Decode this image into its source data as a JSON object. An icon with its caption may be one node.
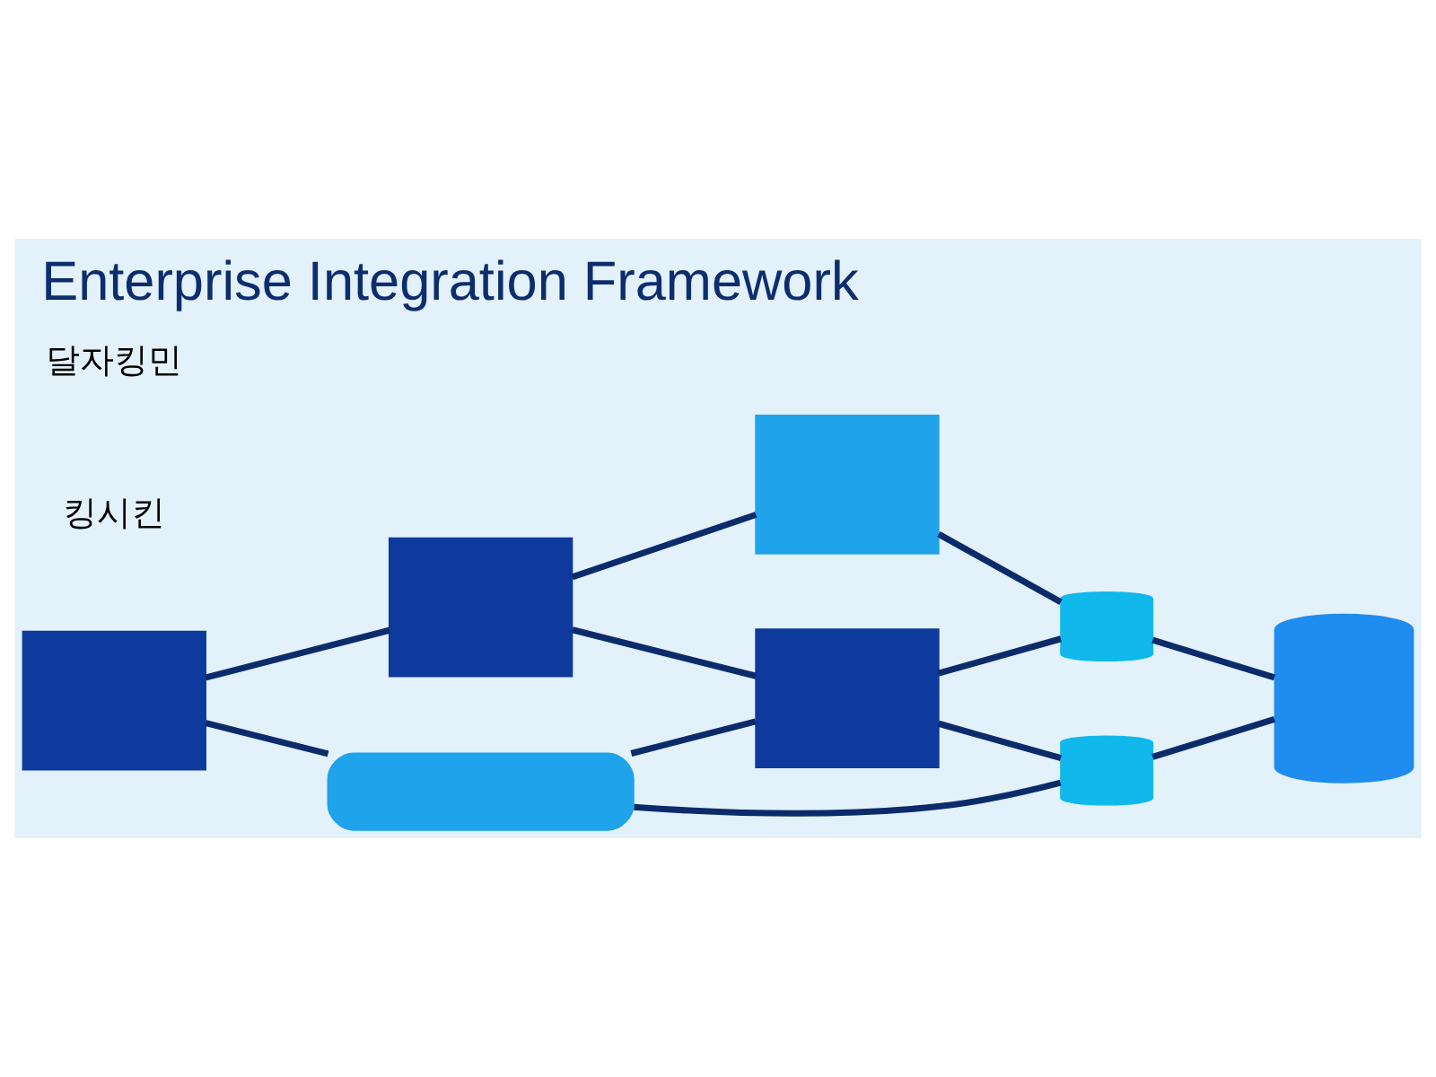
{
  "diagram": {
    "title": "Enterprise Integration Framework",
    "nodes": [
      {
        "text": [],
        "shape": "box"
      },
      {
        "text": [],
        "shape": "box"
      },
      {
        "text": [],
        "shape": "box"
      },
      {
        "text": [],
        "shape": "box"
      },
      {
        "text": [],
        "shape": "cylinder"
      },
      {
        "text": [],
        "shape": "cylinder"
      },
      {
        "text": [],
        "shape": "bar"
      },
      {
        "text": [],
        "shape": "cylinder"
      }
    ],
    "edges": [
      {
        "from": 1,
        "to": 0,
        "arrow": "none"
      },
      {
        "from": 0,
        "to": 4,
        "arrow": "none"
      },
      {
        "from": 2,
        "to": 1,
        "arrow": "none"
      },
      {
        "from": 1,
        "to": 3,
        "arrow": "none"
      },
      {
        "from": 3,
        "to": 4,
        "arrow": "none"
      },
      {
        "from": 4,
        "to": 5,
        "arrow": "none"
      },
      {
        "from": 2,
        "to": 6,
        "arrow": "none"
      },
      {
        "from": 6,
        "to": 3,
        "arrow": "none"
      },
      {
        "from": 3,
        "to": 7,
        "arrow": "none"
      },
      {
        "from": 6,
        "to": 7,
        "arrow": "none"
      },
      {
        "from": 7,
        "to": 5,
        "arrow": "none"
      }
    ],
    "labels": [
      "킹시킨",
      "달자킹민"
    ]
  }
}
